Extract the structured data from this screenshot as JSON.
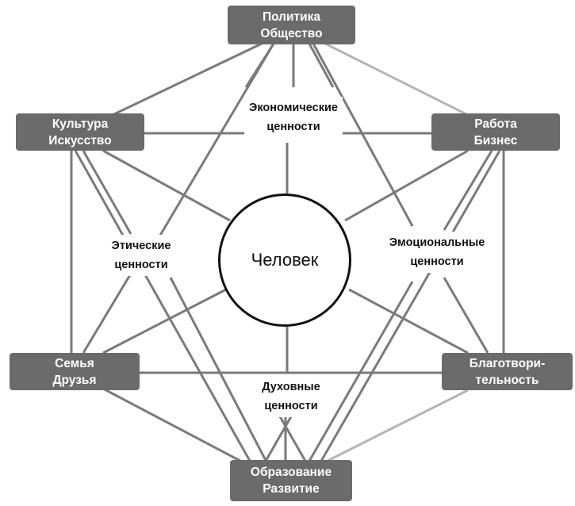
{
  "center": {
    "label": "Человек"
  },
  "boxes": {
    "politics": {
      "line1": "Политика",
      "line2": "Общество"
    },
    "culture": {
      "line1": "Культура",
      "line2": "Искусство"
    },
    "work": {
      "line1": "Работа",
      "line2": "Бизнес"
    },
    "family": {
      "line1": "Семья",
      "line2": "Друзья"
    },
    "charity": {
      "line1": "Благотвори-",
      "line2": "тельность"
    },
    "education": {
      "line1": "Образование",
      "line2": "Развитие"
    }
  },
  "values": {
    "economic": {
      "line1": "Экономические",
      "line2": "ценности"
    },
    "ethical": {
      "line1": "Этические",
      "line2": "ценности"
    },
    "emotional": {
      "line1": "Эмоциональные",
      "line2": "ценности"
    },
    "spiritual": {
      "line1": "Духовные",
      "line2": "ценности"
    }
  },
  "colors": {
    "box_fill": "#6b6b6b",
    "line": "#7a7a7a",
    "line_light": "#b5b5b5",
    "circle_border": "#111111"
  }
}
